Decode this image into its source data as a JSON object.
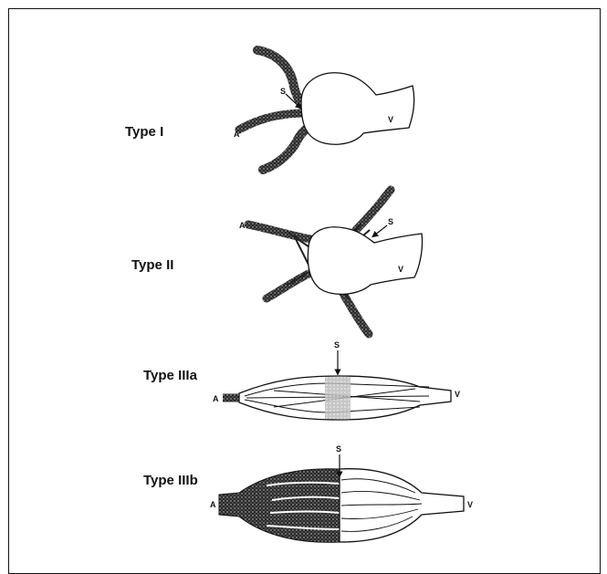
{
  "figure": {
    "panels": [
      {
        "label": "Type I"
      },
      {
        "label": "Type II"
      },
      {
        "label": "Type IIIa"
      },
      {
        "label": "Type IIIb"
      }
    ],
    "letters": {
      "artery": "A",
      "shunt": "S",
      "vein": "V"
    }
  }
}
